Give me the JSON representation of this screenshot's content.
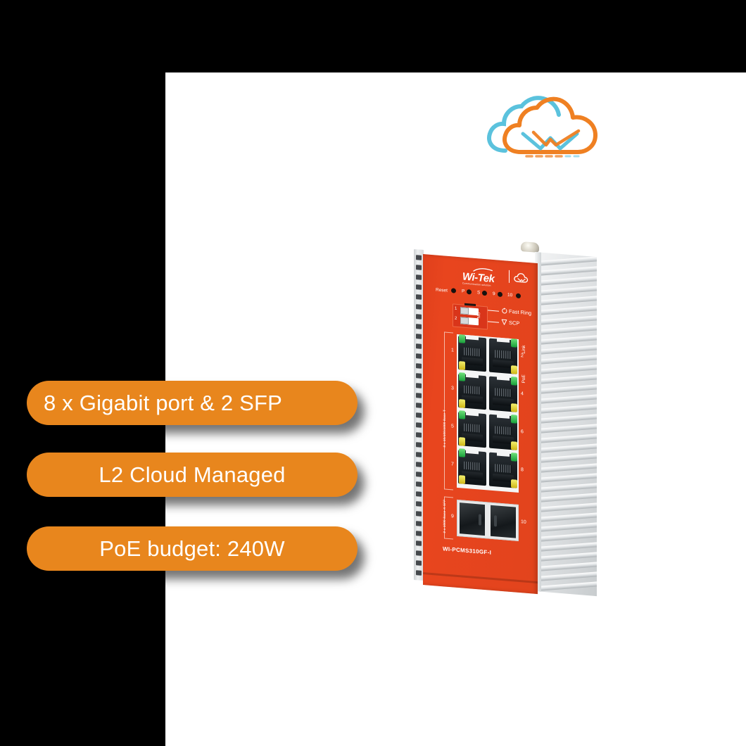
{
  "canvas": {
    "background_color": "#ffffff",
    "outside_color": "transparent"
  },
  "brand": {
    "logo_name": "witek-cloud-logo",
    "cloud_front_color": "#ef8022",
    "cloud_back_color": "#5bc2dd",
    "mark_letter": "W"
  },
  "badges": [
    {
      "id": "badge-1",
      "label": "8 x Gigabit port & 2 SFP",
      "align": "left",
      "color": "#e8861d",
      "text_color": "#ffffff"
    },
    {
      "id": "badge-2",
      "label": "L2 Cloud Managed",
      "align": "center",
      "color": "#e8861d",
      "text_color": "#ffffff"
    },
    {
      "id": "badge-3",
      "label": "PoE budget: 240W",
      "align": "center",
      "color": "#e8861d",
      "text_color": "#ffffff"
    }
  ],
  "device": {
    "name": "wi-tek-industrial-poe-switch",
    "model": "WI-PCMS310GF-I",
    "faceplate_color": "#e4451e",
    "heatsink_color": "#e3e6e8",
    "brand_text": "Wi-Tek",
    "brand_tagline": "Communication solution",
    "reset_label": "Reset",
    "status_leds": [
      {
        "label": "P"
      },
      {
        "label": "S"
      },
      {
        "label": "9"
      },
      {
        "label": "10"
      }
    ],
    "dip": {
      "on_label": "ON",
      "switches": [
        {
          "number": "1",
          "feature": "Fast Ring",
          "icon": "fast-ring-icon"
        },
        {
          "number": "2",
          "feature": "SCP",
          "icon": "scp-shield-icon"
        }
      ]
    },
    "port_legend": {
      "link": "Link",
      "poe": "PoE"
    },
    "ethernet_group_label": "8 x 10/100/1000 Base-T",
    "sfp_group_label": "2 x 1000 Base-X SFP",
    "ethernet_ports": [
      {
        "number": "1"
      },
      {
        "number": "2"
      },
      {
        "number": "3"
      },
      {
        "number": "4"
      },
      {
        "number": "5"
      },
      {
        "number": "6"
      },
      {
        "number": "7"
      },
      {
        "number": "8"
      }
    ],
    "sfp_ports": [
      {
        "number": "9"
      },
      {
        "number": "10"
      }
    ],
    "led_colors": {
      "link": "#2fbf4f",
      "poe": "#e3d62a",
      "status": "#17120f"
    }
  }
}
